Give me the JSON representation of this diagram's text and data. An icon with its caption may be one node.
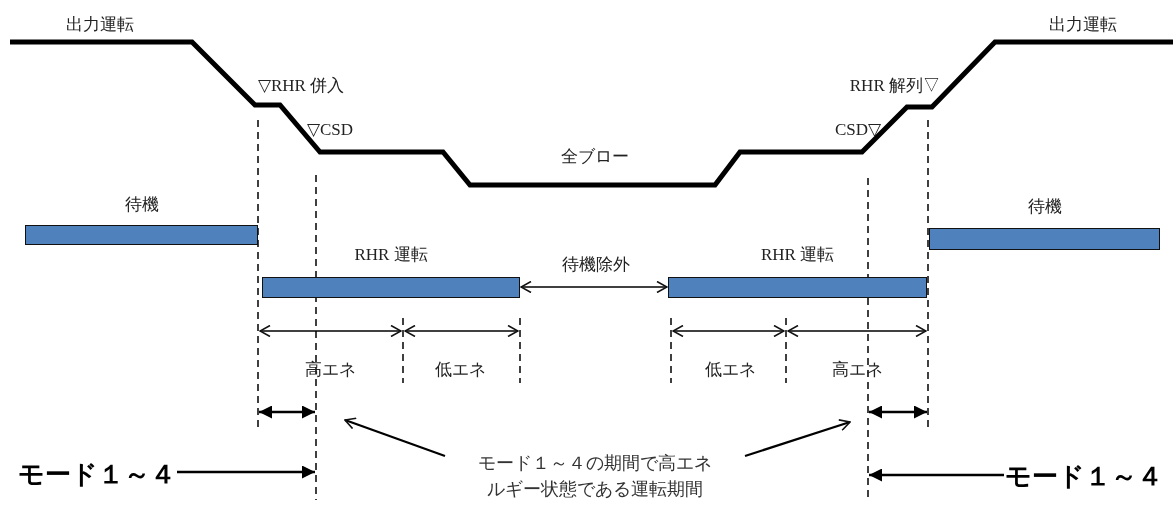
{
  "diagram": {
    "nodes": [
      {
        "text": [
          "待機"
        ]
      },
      {
        "text": [
          "RHR 運転"
        ]
      },
      {
        "text": [
          "RHR 運転"
        ]
      },
      {
        "text": [
          "待機"
        ]
      },
      {
        "text": [
          "モード１～４"
        ]
      },
      {
        "text": [
          "モード１～４の期間で高エネルギー状態である運転期間"
        ]
      },
      {
        "text": [
          "モード１～４"
        ]
      }
    ],
    "edges": [
      {
        "from": 1,
        "to": 2,
        "arrow": "both",
        "label": "待機除外"
      },
      {
        "from": 4,
        "to": null,
        "arrow": "to"
      },
      {
        "from": 5,
        "to": null,
        "arrow": "to"
      },
      {
        "from": 5,
        "to": null,
        "arrow": "to"
      },
      {
        "from": 6,
        "to": null,
        "arrow": "to"
      }
    ],
    "labels": [
      "出力運転",
      "出力運転",
      "▽RHR 併入",
      "RHR 解列▽",
      "▽CSD",
      "CSD▽",
      "全ブロー",
      "高エネ",
      "低エネ",
      "低エネ",
      "高エネ"
    ]
  }
}
